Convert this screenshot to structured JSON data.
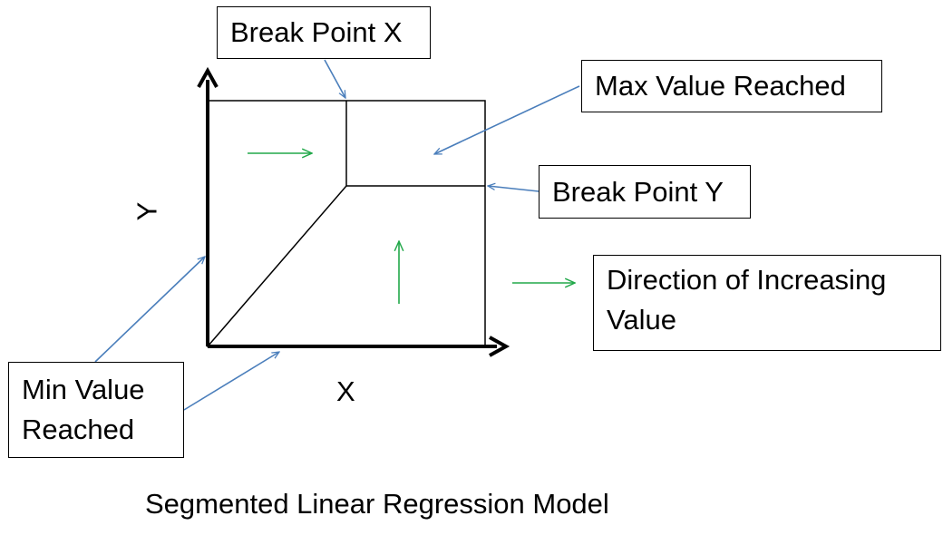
{
  "labels": {
    "break_point_x": "Break Point X",
    "max_value": "Max Value Reached",
    "break_point_y": "Break Point Y",
    "direction": "Direction of Increasing Value",
    "min_value": "Min Value Reached",
    "axis_x": "X",
    "axis_y": "Y",
    "caption": "Segmented Linear Regression Model"
  },
  "colors": {
    "axis": "#000000",
    "callout_arrow": "#4a7ebb",
    "direction_arrow": "#22a84a"
  }
}
